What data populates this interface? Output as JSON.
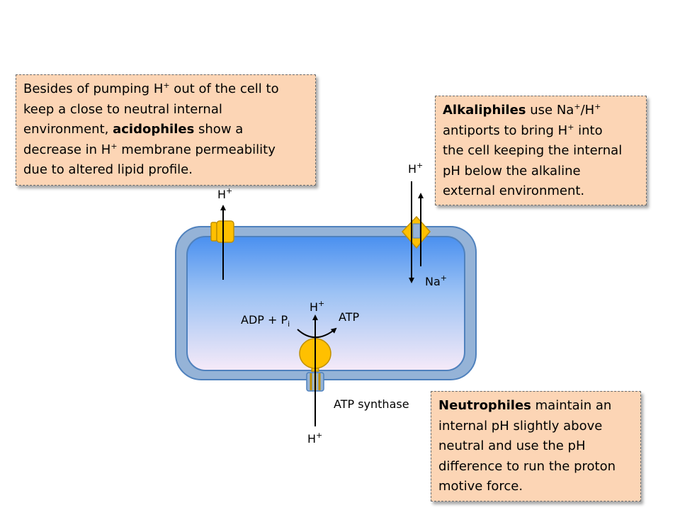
{
  "notes": {
    "acidophiles": {
      "l1a": "Besides of pumping H",
      "l1sup": "+",
      "l1b": " out of the cell to",
      "l2": "keep a close to neutral internal",
      "l3a": "environment, ",
      "l3bold": "acidophiles",
      "l3b": " show a",
      "l4a": "decrease in H",
      "l4sup": "+",
      "l4b": " membrane permeability",
      "l5": "due to altered lipid profile."
    },
    "alkaliphiles": {
      "l1bold": "Alkaliphiles",
      "l1a": " use Na",
      "l1sup1": "+",
      "l1b": "/H",
      "l1sup2": "+",
      "l2a": "antiports to bring H",
      "l2sup": "+",
      "l2b": " into",
      "l3": "the cell keeping the internal",
      "l4": "pH below the alkaline",
      "l5": "external environment."
    },
    "neutrophiles": {
      "l1bold": "Neutrophiles",
      "l1a": " maintain an",
      "l2": "internal pH slightly above",
      "l3": "neutral and use the pH",
      "l4": "difference to run the proton",
      "l5": "motive force."
    }
  },
  "labels": {
    "h_ion": "H",
    "plus": "+",
    "na_ion": "Na",
    "adp": "ADP + P",
    "adp_sub": "i",
    "atp": "ATP",
    "atp_synthase": "ATP synthase"
  },
  "colors": {
    "note_fill": "#fcd5b5",
    "membrane": "#95b3d7",
    "membrane_edge": "#4f81bd",
    "cytoplasm_top": "#4a90f0",
    "cytoplasm_bottom": "#f6eaf8",
    "protein": "#ffc000",
    "protein_edge": "#c09000"
  }
}
